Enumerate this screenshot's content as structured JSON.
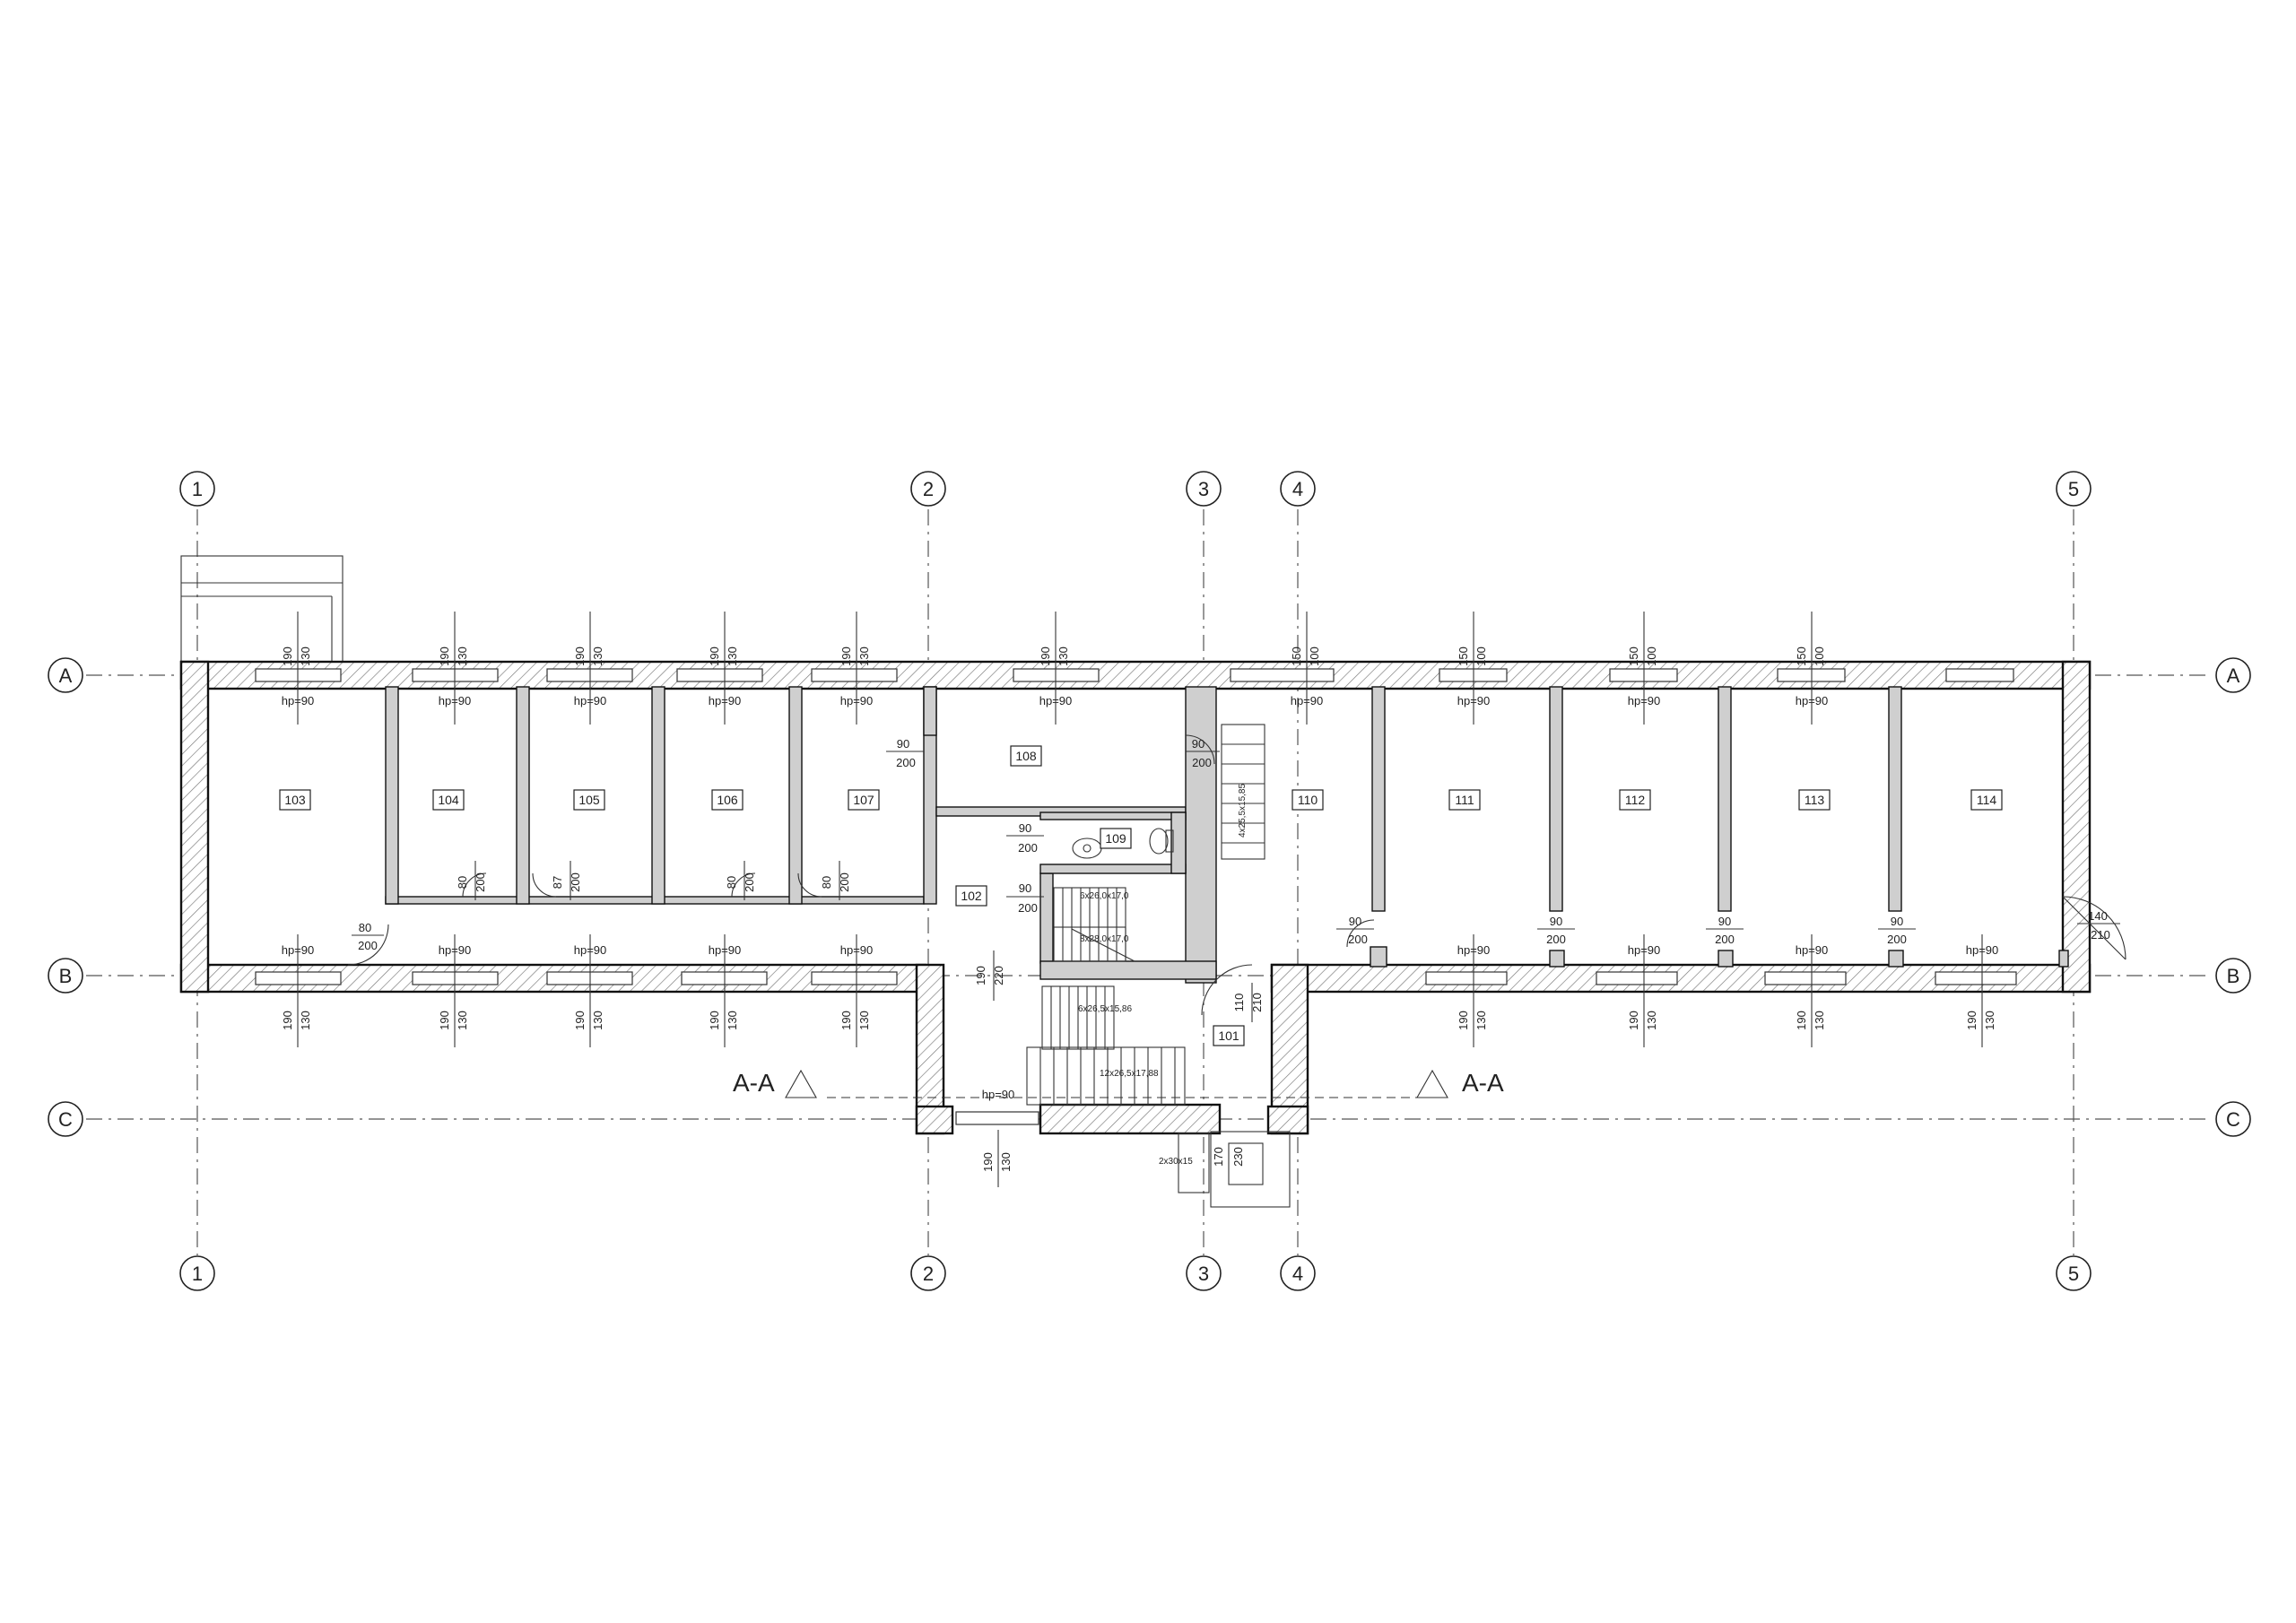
{
  "grid": {
    "columns": [
      "1",
      "2",
      "3",
      "4",
      "5"
    ],
    "rows": [
      "A",
      "B",
      "C"
    ]
  },
  "rooms": [
    "103",
    "104",
    "105",
    "106",
    "107",
    "108",
    "109",
    "110",
    "111",
    "112",
    "113",
    "114",
    "102",
    "101"
  ],
  "window_label": "hp=90",
  "window_dims": {
    "w190": "190",
    "h130": "130",
    "w150": "150",
    "h100": "100"
  },
  "door_dims": {
    "d90": "90",
    "d80": "80",
    "d87": "87",
    "d200": "200",
    "d140": "140",
    "d210": "210",
    "d110": "110",
    "d190": "190",
    "d220": "220",
    "d170": "170",
    "d230": "230"
  },
  "stairs": {
    "s1": "6x26,0x17,0",
    "s2": "8x28,0x17,0",
    "s3": "6x26,5x15,86",
    "s4": "12x26,5x17,88",
    "s5": "2x30x15",
    "s6": "4x25,5x15,85"
  },
  "section": {
    "label": "A-A"
  },
  "colors": {
    "line": "#111111",
    "hatch": "#777777"
  }
}
